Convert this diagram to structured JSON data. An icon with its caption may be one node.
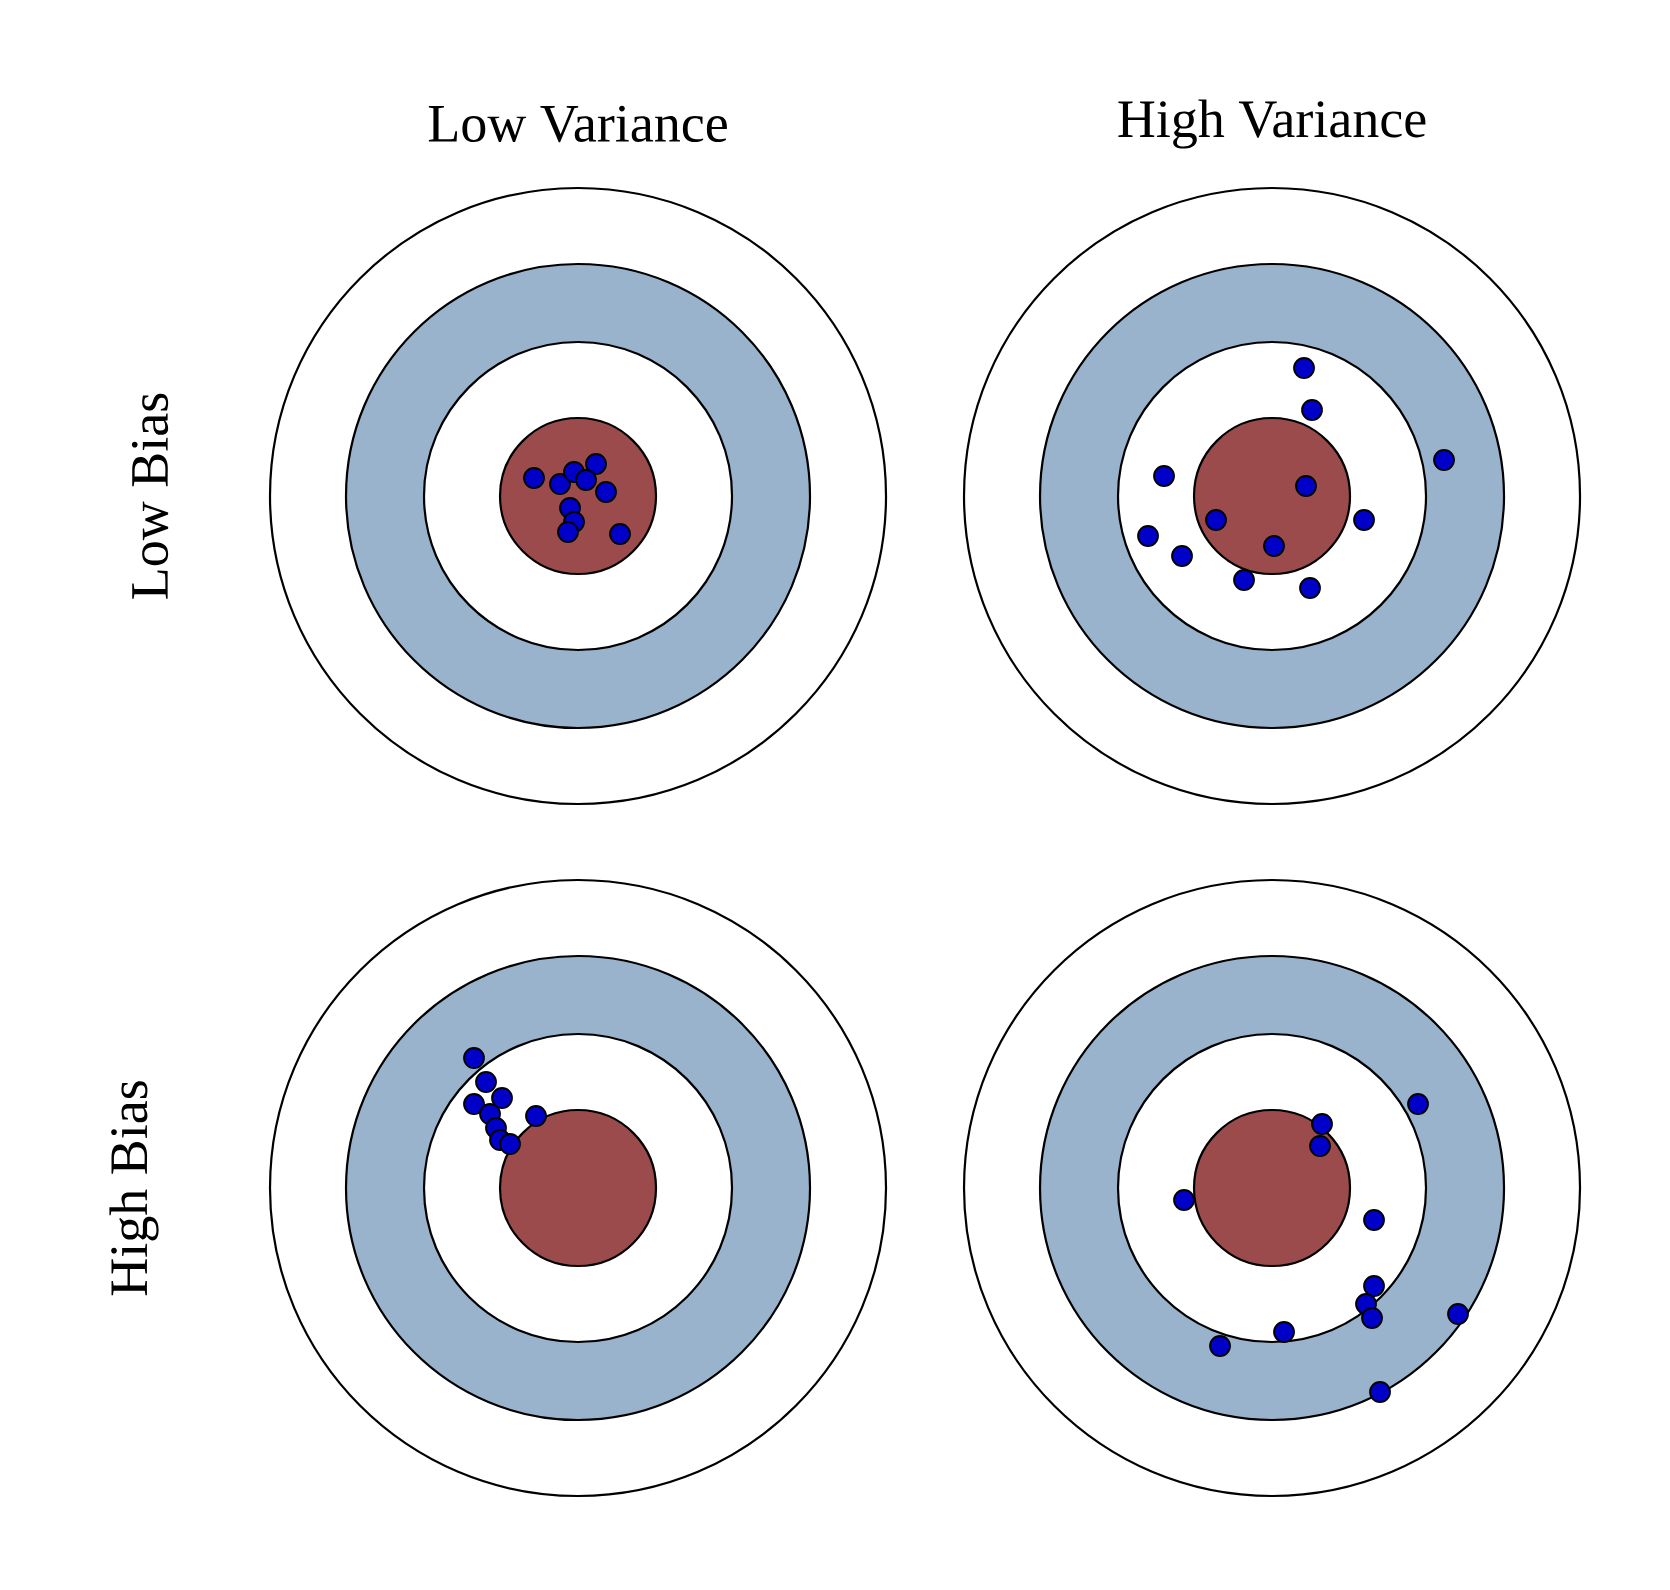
{
  "diagram": {
    "labels": [
      "Low Variance",
      "High Variance",
      "Low Bias",
      "High Bias"
    ]
  }
}
